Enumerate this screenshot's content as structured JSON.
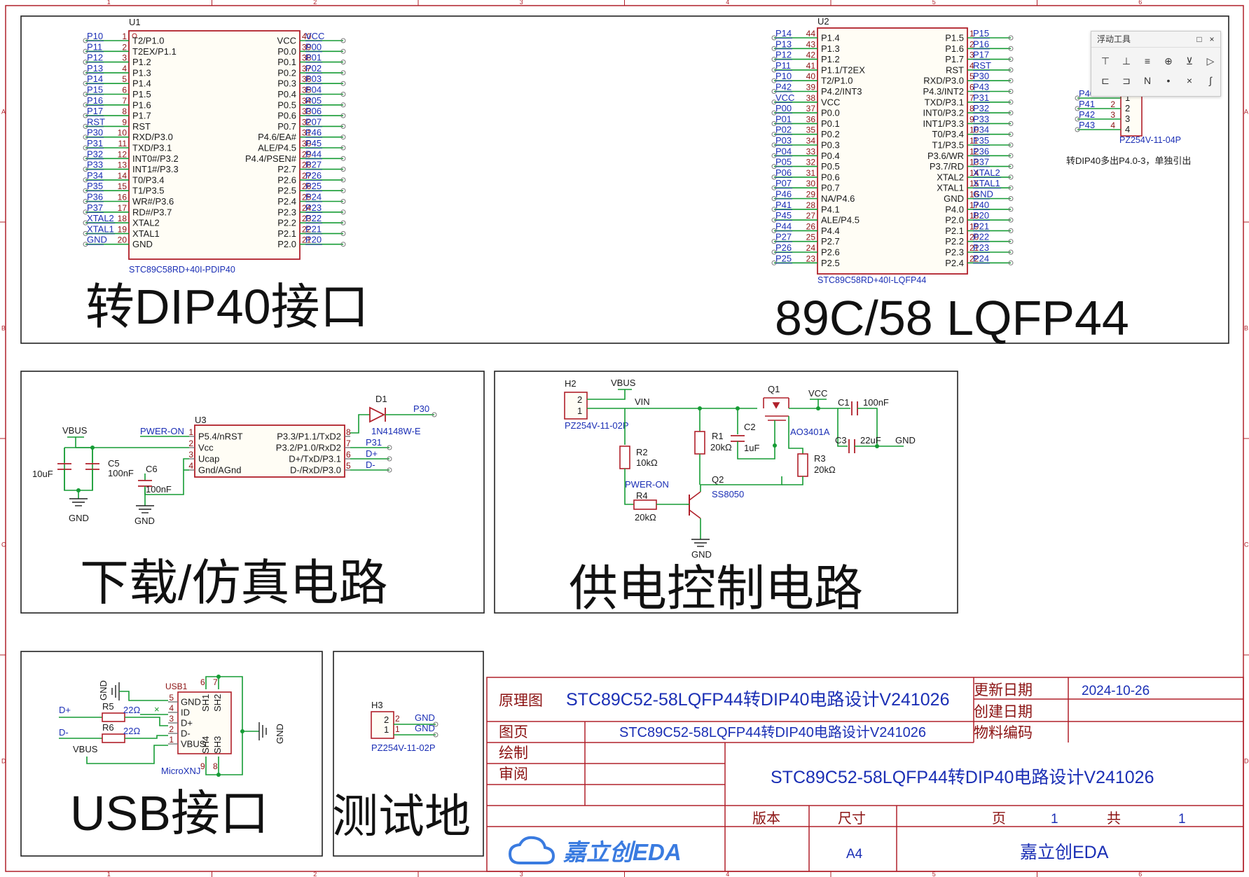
{
  "border": {
    "cols": [
      "1",
      "2",
      "3",
      "4",
      "5",
      "6"
    ],
    "rows": [
      "A",
      "B",
      "C",
      "D"
    ]
  },
  "blocks": {
    "dip40": "转DIP40接口",
    "lqfp44": "89C/58 LQFP44",
    "download": "下载/仿真电路",
    "power": "供电控制电路",
    "usb": "USB接口",
    "test": "测试地"
  },
  "u1": {
    "ref": "U1",
    "part": "STC89C58RD+40I-PDIP40",
    "left": [
      {
        "net": "P10",
        "num": "1",
        "fn": "T2/P1.0"
      },
      {
        "net": "P11",
        "num": "2",
        "fn": "T2EX/P1.1"
      },
      {
        "net": "P12",
        "num": "3",
        "fn": "P1.2"
      },
      {
        "net": "P13",
        "num": "4",
        "fn": "P1.3"
      },
      {
        "net": "P14",
        "num": "5",
        "fn": "P1.4"
      },
      {
        "net": "P15",
        "num": "6",
        "fn": "P1.5"
      },
      {
        "net": "P16",
        "num": "7",
        "fn": "P1.6"
      },
      {
        "net": "P17",
        "num": "8",
        "fn": "P1.7"
      },
      {
        "net": "RST",
        "num": "9",
        "fn": "RST"
      },
      {
        "net": "P30",
        "num": "10",
        "fn": "RXD/P3.0"
      },
      {
        "net": "P31",
        "num": "11",
        "fn": "TXD/P3.1"
      },
      {
        "net": "P32",
        "num": "12",
        "fn": "INT0#/P3.2"
      },
      {
        "net": "P33",
        "num": "13",
        "fn": "INT1#/P3.3"
      },
      {
        "net": "P34",
        "num": "14",
        "fn": "T0/P3.4"
      },
      {
        "net": "P35",
        "num": "15",
        "fn": "T1/P3.5"
      },
      {
        "net": "P36",
        "num": "16",
        "fn": "WR#/P3.6"
      },
      {
        "net": "P37",
        "num": "17",
        "fn": "RD#/P3.7"
      },
      {
        "net": "XTAL2",
        "num": "18",
        "fn": "XTAL2"
      },
      {
        "net": "XTAL1",
        "num": "19",
        "fn": "XTAL1"
      },
      {
        "net": "GND",
        "num": "20",
        "fn": "GND"
      }
    ],
    "right": [
      {
        "net": "VCC",
        "num": "40",
        "fn": "VCC"
      },
      {
        "net": "P00",
        "num": "39",
        "fn": "P0.0"
      },
      {
        "net": "P01",
        "num": "38",
        "fn": "P0.1"
      },
      {
        "net": "P02",
        "num": "37",
        "fn": "P0.2"
      },
      {
        "net": "P03",
        "num": "36",
        "fn": "P0.3"
      },
      {
        "net": "P04",
        "num": "35",
        "fn": "P0.4"
      },
      {
        "net": "P05",
        "num": "34",
        "fn": "P0.5"
      },
      {
        "net": "P06",
        "num": "33",
        "fn": "P0.6"
      },
      {
        "net": "P07",
        "num": "32",
        "fn": "P0.7"
      },
      {
        "net": "P46",
        "num": "31",
        "fn": "P4.6/EA#"
      },
      {
        "net": "P45",
        "num": "30",
        "fn": "ALE/P4.5"
      },
      {
        "net": "P44",
        "num": "29",
        "fn": "P4.4/PSEN#"
      },
      {
        "net": "P27",
        "num": "28",
        "fn": "P2.7"
      },
      {
        "net": "P26",
        "num": "27",
        "fn": "P2.6"
      },
      {
        "net": "P25",
        "num": "26",
        "fn": "P2.5"
      },
      {
        "net": "P24",
        "num": "25",
        "fn": "P2.4"
      },
      {
        "net": "P23",
        "num": "24",
        "fn": "P2.3"
      },
      {
        "net": "P22",
        "num": "23",
        "fn": "P2.2"
      },
      {
        "net": "P21",
        "num": "22",
        "fn": "P2.1"
      },
      {
        "net": "P20",
        "num": "21",
        "fn": "P2.0"
      }
    ]
  },
  "u2": {
    "ref": "U2",
    "part": "STC89C58RD+40I-LQFP44",
    "left": [
      {
        "net": "P14",
        "num": "44",
        "fn": "P1.4"
      },
      {
        "net": "P13",
        "num": "43",
        "fn": "P1.3"
      },
      {
        "net": "P12",
        "num": "42",
        "fn": "P1.2"
      },
      {
        "net": "P11",
        "num": "41",
        "fn": "P1.1/T2EX"
      },
      {
        "net": "P10",
        "num": "40",
        "fn": "T2/P1.0"
      },
      {
        "net": "P42",
        "num": "39",
        "fn": "P4.2/INT3"
      },
      {
        "net": "VCC",
        "num": "38",
        "fn": "VCC"
      },
      {
        "net": "P00",
        "num": "37",
        "fn": "P0.0"
      },
      {
        "net": "P01",
        "num": "36",
        "fn": "P0.1"
      },
      {
        "net": "P02",
        "num": "35",
        "fn": "P0.2"
      },
      {
        "net": "P03",
        "num": "34",
        "fn": "P0.3"
      },
      {
        "net": "P04",
        "num": "33",
        "fn": "P0.4"
      },
      {
        "net": "P05",
        "num": "32",
        "fn": "P0.5"
      },
      {
        "net": "P06",
        "num": "31",
        "fn": "P0.6"
      },
      {
        "net": "P07",
        "num": "30",
        "fn": "P0.7"
      },
      {
        "net": "P46",
        "num": "29",
        "fn": "NA/P4.6"
      },
      {
        "net": "P41",
        "num": "28",
        "fn": "P4.1"
      },
      {
        "net": "P45",
        "num": "27",
        "fn": "ALE/P4.5"
      },
      {
        "net": "P44",
        "num": "26",
        "fn": "P4.4"
      },
      {
        "net": "P27",
        "num": "25",
        "fn": "P2.7"
      },
      {
        "net": "P26",
        "num": "24",
        "fn": "P2.6"
      },
      {
        "net": "P25",
        "num": "23",
        "fn": "P2.5"
      }
    ],
    "right": [
      {
        "net": "P15",
        "num": "1",
        "fn": "P1.5"
      },
      {
        "net": "P16",
        "num": "2",
        "fn": "P1.6"
      },
      {
        "net": "P17",
        "num": "3",
        "fn": "P1.7"
      },
      {
        "net": "RST",
        "num": "4",
        "fn": "RST"
      },
      {
        "net": "P30",
        "num": "5",
        "fn": "RXD/P3.0"
      },
      {
        "net": "P43",
        "num": "6",
        "fn": "P4.3/INT2"
      },
      {
        "net": "P31",
        "num": "7",
        "fn": "TXD/P3.1"
      },
      {
        "net": "P32",
        "num": "8",
        "fn": "INT0/P3.2"
      },
      {
        "net": "P33",
        "num": "9",
        "fn": "INT1/P3.3"
      },
      {
        "net": "P34",
        "num": "10",
        "fn": "T0/P3.4"
      },
      {
        "net": "P35",
        "num": "11",
        "fn": "T1/P3.5"
      },
      {
        "net": "P36",
        "num": "12",
        "fn": "P3.6/WR"
      },
      {
        "net": "P37",
        "num": "13",
        "fn": "P3.7/RD"
      },
      {
        "net": "XTAL2",
        "num": "14",
        "fn": "XTAL2"
      },
      {
        "net": "XTAL1",
        "num": "15",
        "fn": "XTAL1"
      },
      {
        "net": "GND",
        "num": "16",
        "fn": "GND"
      },
      {
        "net": "P40",
        "num": "17",
        "fn": "P4.0"
      },
      {
        "net": "P20",
        "num": "18",
        "fn": "P2.0"
      },
      {
        "net": "P21",
        "num": "19",
        "fn": "P2.1"
      },
      {
        "net": "P22",
        "num": "20",
        "fn": "P2.2"
      },
      {
        "net": "P23",
        "num": "21",
        "fn": "P2.3"
      },
      {
        "net": "P24",
        "num": "22",
        "fn": "P2.4"
      }
    ]
  },
  "h4": {
    "part": "PZ254V-11-04P",
    "pins": [
      {
        "net": "P40",
        "num": "1"
      },
      {
        "net": "P41",
        "num": "2"
      },
      {
        "net": "P42",
        "num": "3"
      },
      {
        "net": "P43",
        "num": "4"
      }
    ],
    "note": "转DIP40多出P4.0-3，单独引出"
  },
  "u3": {
    "ref": "U3",
    "left": [
      {
        "net": "PWER-ON",
        "num": "1",
        "fn": "P5.4/nRST"
      },
      {
        "net": "",
        "num": "2",
        "fn": "Vcc"
      },
      {
        "net": "",
        "num": "3",
        "fn": "Ucap"
      },
      {
        "net": "",
        "num": "4",
        "fn": "Gnd/AGnd"
      }
    ],
    "right": [
      {
        "net": "",
        "num": "8",
        "fn": "P3.3/P1.1/TxD2"
      },
      {
        "net": "P31",
        "num": "7",
        "fn": "P3.2/P1.0/RxD2"
      },
      {
        "net": "D+",
        "num": "6",
        "fn": "D+/TxD/P3.1"
      },
      {
        "net": "D-",
        "num": "5",
        "fn": "D-/RxD/P3.0"
      }
    ],
    "d1_ref": "D1",
    "d1_part": "1N4148W-E",
    "d1_net": "P30",
    "vbus": "VBUS",
    "c_10u": "10uF",
    "c5_ref": "C5",
    "c5_val": "100nF",
    "c6_ref": "C6",
    "c6_val": "100nF",
    "gnd": "GND"
  },
  "power": {
    "h2_ref": "H2",
    "h2_part": "PZ254V-11-02P",
    "pin1": "1",
    "pin2": "2",
    "vbus": "VBUS",
    "vin": "VIN",
    "vcc": "VCC",
    "q1_ref": "Q1",
    "q1_part": "AO3401A",
    "q2_ref": "Q2",
    "q2_part": "SS8050",
    "r1_ref": "R1",
    "r1_val": "20kΩ",
    "r2_ref": "R2",
    "r2_val": "10kΩ",
    "r3_ref": "R3",
    "r3_val": "20kΩ",
    "r4_ref": "R4",
    "r4_val": "20kΩ",
    "c1_ref": "C1",
    "c1_val": "100nF",
    "c2_ref": "C2",
    "c2_val": "1uF",
    "c3_ref": "C3",
    "c3_val": "22uF",
    "pwer_on": "PWER-ON",
    "gnd": "GND"
  },
  "usb": {
    "ref": "USB1",
    "part": "MicroXNJ",
    "pins": [
      {
        "fn": "GND",
        "num": "5"
      },
      {
        "fn": "ID",
        "num": "4"
      },
      {
        "fn": "D+",
        "num": "3"
      },
      {
        "fn": "D-",
        "num": "2"
      },
      {
        "fn": "VBUS",
        "num": "1"
      }
    ],
    "shields": [
      "SH1",
      "SH2",
      "SH4",
      "SH3"
    ],
    "shield_nums": [
      "6",
      "7",
      "9",
      "8"
    ],
    "r5_ref": "R5",
    "r5_val": "22Ω",
    "r6_ref": "R6",
    "r6_val": "22Ω",
    "dp": "D+",
    "dm": "D-",
    "vbus": "VBUS",
    "gnd": "GND"
  },
  "h3": {
    "ref": "H3",
    "part": "PZ254V-11-02P",
    "pins": [
      {
        "num": "2",
        "net": "GND"
      },
      {
        "num": "1",
        "net": "GND"
      }
    ]
  },
  "titleblock": {
    "schematic_label": "原理图",
    "schematic_value": "STC89C52-58LQFP44转DIP40电路设计V241026",
    "page_label": "图页",
    "page_value": "STC89C52-58LQFP44转DIP40电路设计V241026",
    "draw_label": "绘制",
    "review_label": "审阅",
    "updated_label": "更新日期",
    "updated_value": "2024-10-26",
    "created_label": "创建日期",
    "material_label": "物料编码",
    "big_title": "STC89C52-58LQFP44转DIP40电路设计V241026",
    "version_label": "版本",
    "size_label": "尺寸",
    "size_value": "A4",
    "page_num_label": "页",
    "page_num_value": "1",
    "total_label": "共",
    "total_value": "1",
    "company": "嘉立创EDA",
    "logo_text": "嘉立创EDA"
  },
  "toolbar": {
    "title": "浮动工具",
    "restore": "□",
    "close": "×",
    "tools": [
      "⊤",
      "⊥",
      "≡",
      "⊕",
      "⊻",
      "▷",
      "⊏",
      "⊐",
      "N",
      "•",
      "×",
      "∫"
    ]
  },
  "colors": {
    "frame": "#b0202a",
    "wire": "#169c35",
    "net": "#1b2fb5",
    "pin_number": "#8b1212",
    "part_label": "#1b2fb5"
  }
}
